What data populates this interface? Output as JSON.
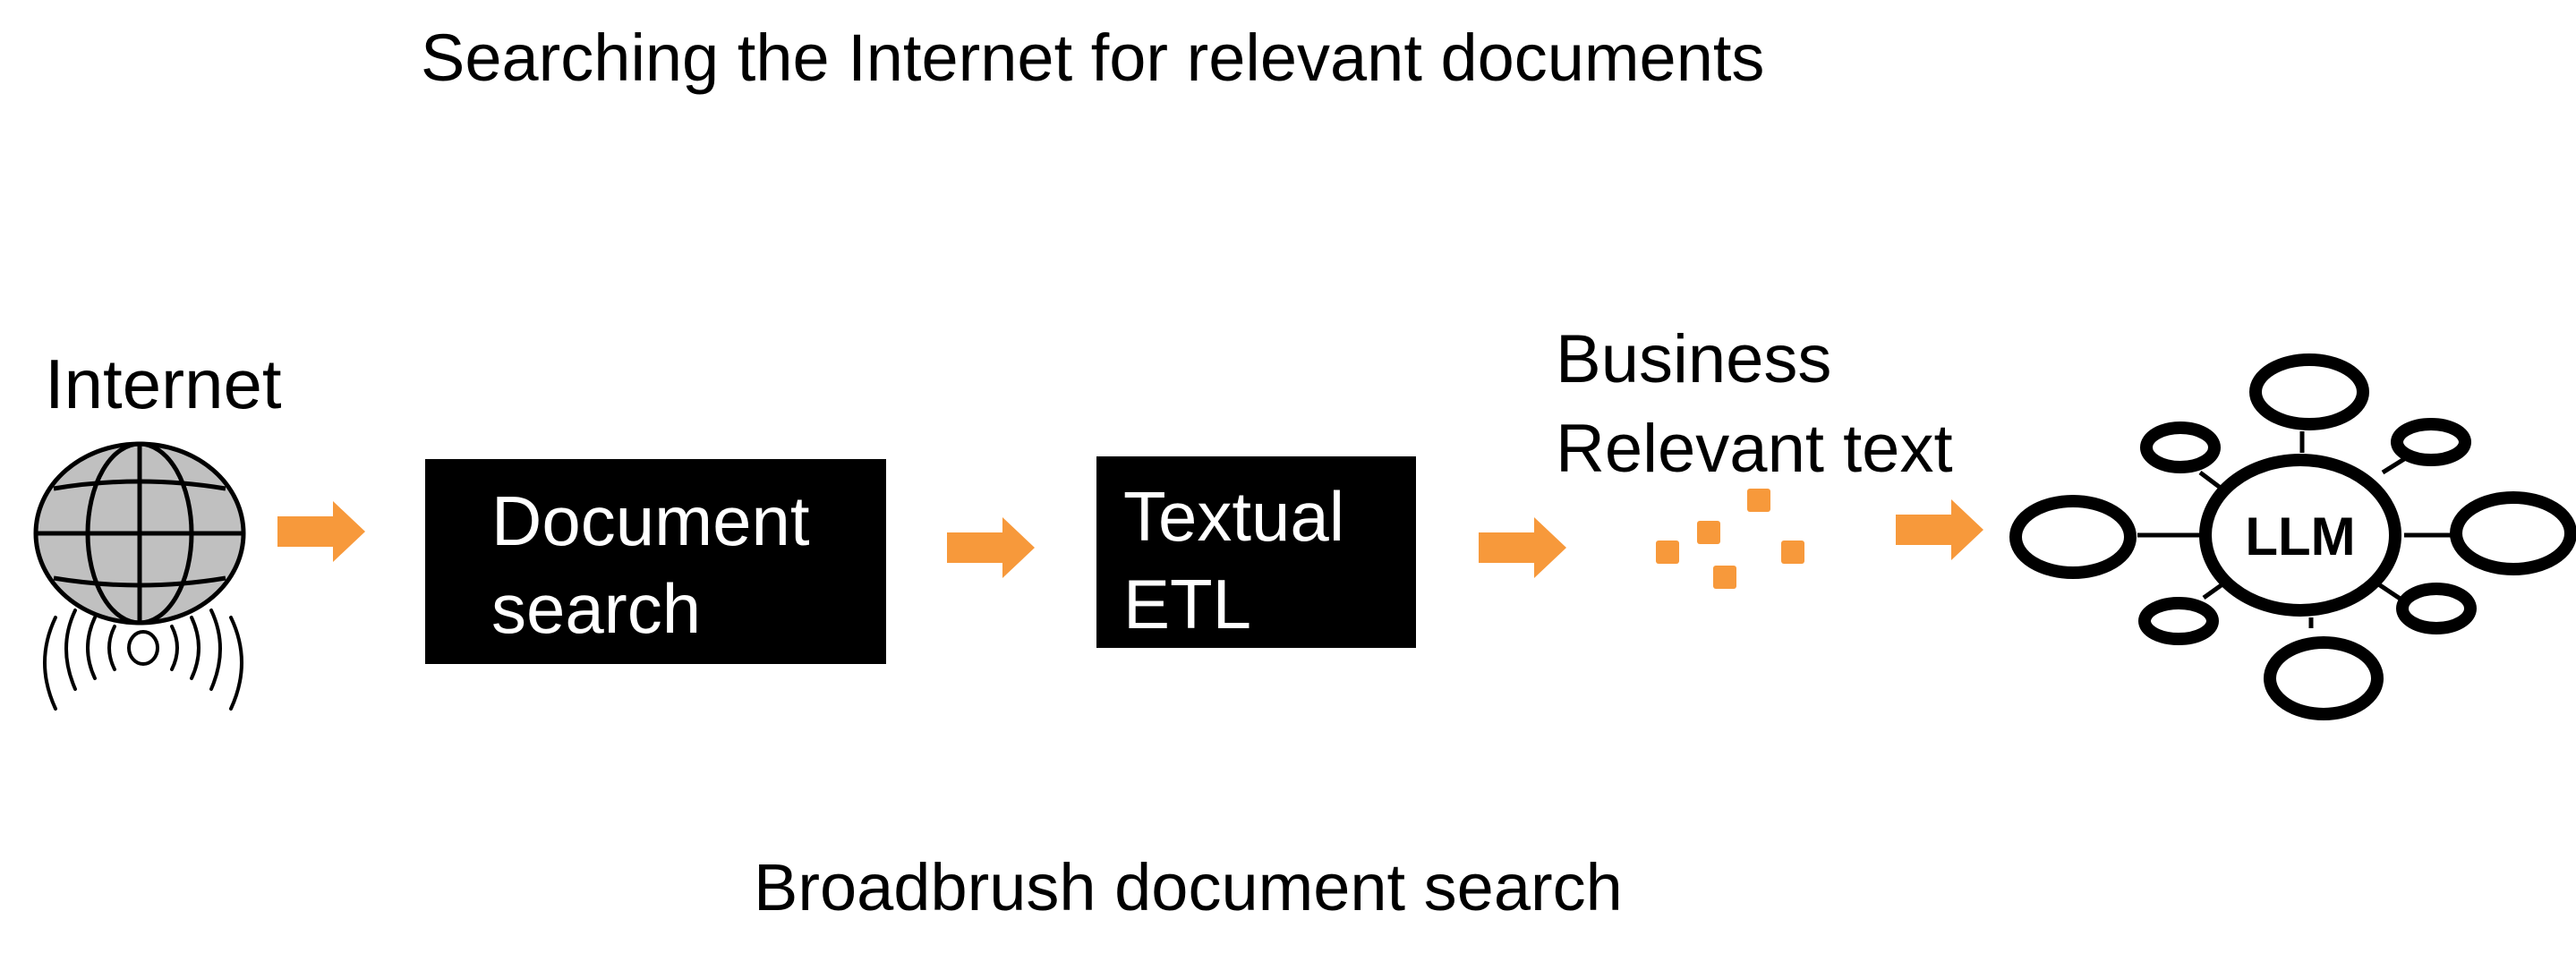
{
  "diagram": {
    "title": "Searching the Internet for relevant documents",
    "caption": "Broadbrush document search",
    "nodes": {
      "internet": {
        "label": "Internet",
        "icon": "globe-icon"
      },
      "document_search": {
        "line1": "Document",
        "line2": "search"
      },
      "textual_etl": {
        "line1": "Textual",
        "line2": "ETL"
      },
      "business_text": {
        "line1": "Business",
        "line2": "Relevant text",
        "icon": "text-fragments-icon"
      },
      "llm": {
        "label": "LLM",
        "icon": "llm-network-icon"
      }
    },
    "colors": {
      "arrow": "#F7993B",
      "box": "#000000",
      "box_text": "#FFFFFF",
      "fragments": "#F7993B"
    }
  }
}
